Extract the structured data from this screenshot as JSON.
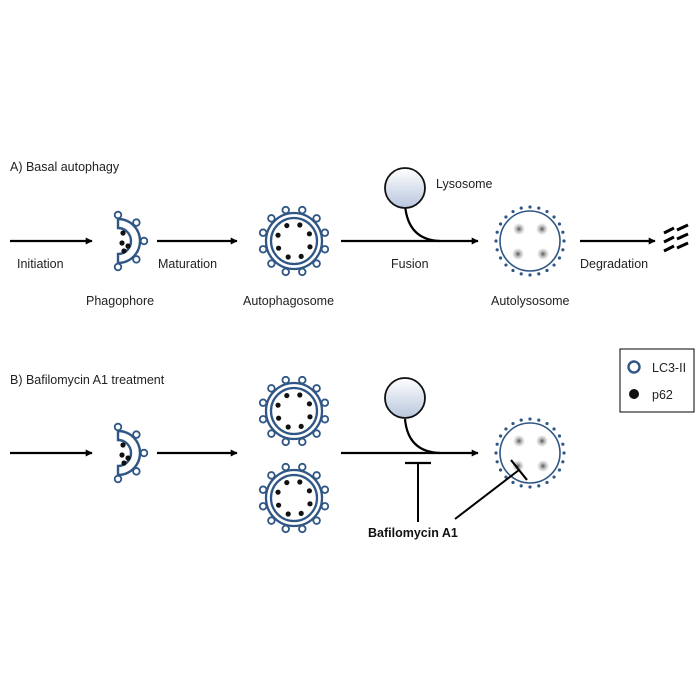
{
  "colors": {
    "membrane": "#2f5685",
    "arrow": "#000000",
    "cargo": "#111111",
    "lysosome_fill_top": "#ffffff",
    "lysosome_fill_bottom": "#b8c6dd"
  },
  "panel_a": {
    "title": "A) Basal autophagy",
    "steps": {
      "initiation": "Initiation",
      "maturation": "Maturation",
      "fusion": "Fusion",
      "degradation": "Degradation"
    },
    "structures": {
      "phagophore": "Phagophore",
      "autophagosome": "Autophagosome",
      "lysosome": "Lysosome",
      "autolysosome": "Autolysosome"
    }
  },
  "panel_b": {
    "title": "B) Bafilomycin A1 treatment",
    "inhibitor": "Bafilomycin A1"
  },
  "legend": {
    "items": [
      {
        "symbol": "open-circle-icon",
        "label": "LC3-II"
      },
      {
        "symbol": "filled-dot-icon",
        "label": "p62"
      }
    ]
  }
}
